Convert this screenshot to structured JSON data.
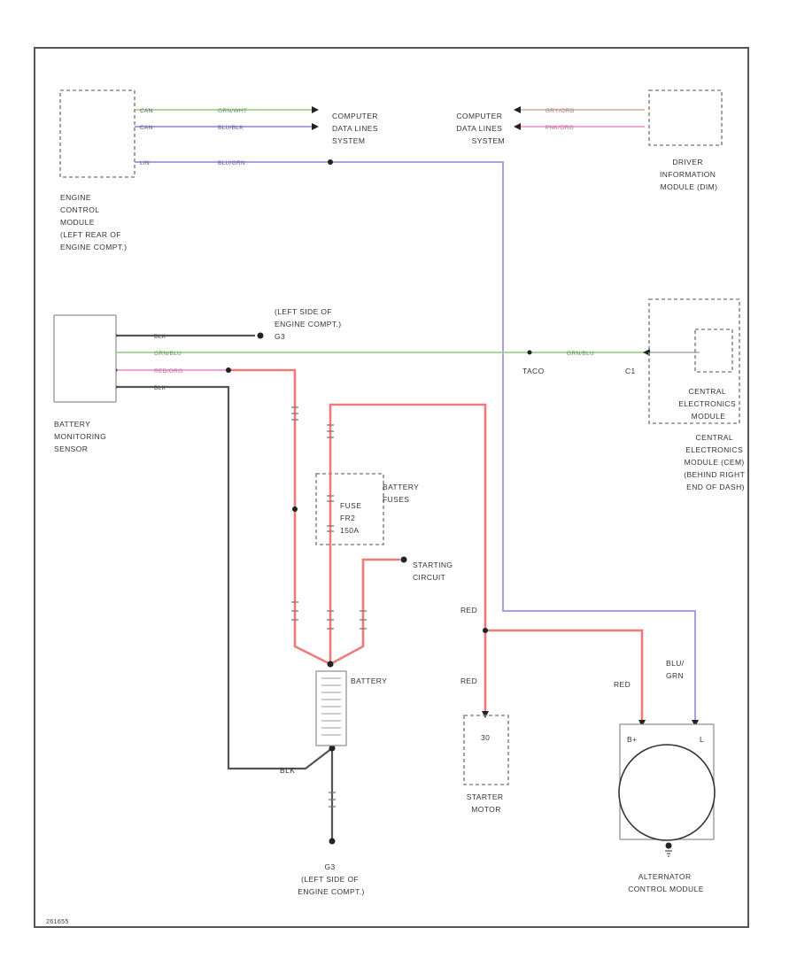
{
  "labels": {
    "ecm": [
      "ENGINE",
      "CONTROL",
      "MODULE",
      "(LEFT REAR OF",
      "ENGINE COMPT.)"
    ],
    "cdls_left": [
      "COMPUTER",
      "DATA LINES",
      "SYSTEM"
    ],
    "cdls_right": [
      "COMPUTER",
      "DATA LINES",
      "SYSTEM"
    ],
    "dim": [
      "DRIVER",
      "INFORMATION",
      "MODULE (DIM)"
    ],
    "ground_engine_top": [
      "(LEFT SIDE OF",
      "ENGINE COMPT.)",
      "G3"
    ],
    "bms": [
      "BATTERY",
      "MONITORING",
      "SENSOR"
    ],
    "taco": "TACO",
    "cem_pin": "C1",
    "cem_inner": [
      "CENTRAL",
      "ELECTRONICS",
      "MODULE"
    ],
    "cem": [
      "CENTRAL",
      "ELECTRONICS",
      "MODULE (CEM)",
      "(BEHIND RIGHT",
      "END OF DASH)"
    ],
    "battery_fuses": [
      "BATTERY",
      "FUSES"
    ],
    "fuse": [
      "FUSE",
      "FR2",
      "150A"
    ],
    "starting_circuit": [
      "STARTING",
      "CIRCUIT"
    ],
    "battery": "BATTERY",
    "starter": [
      "STARTER",
      "MOTOR"
    ],
    "starter_pin": "30",
    "alternator": [
      "ALTERNATOR",
      "CONTROL MODULE"
    ],
    "alt_pin_b": "B+",
    "alt_pin_l": "L",
    "alt_wire_color": [
      "BLU/",
      "GRN"
    ],
    "ground_bottom": [
      "G3",
      "(LEFT SIDE OF",
      "ENGINE COMPT.)"
    ],
    "red_1": "RED",
    "red_2": "RED",
    "red_3": "RED",
    "blk_bottom": "BLK",
    "figure_id": "261655"
  },
  "wire_labels": {
    "ecm_1": "GRN/WHT",
    "ecm_2": "BLU/BLK",
    "ecm_3": "BLU/GRN",
    "ecm_pin_1": "CAN",
    "ecm_pin_2": "CAN",
    "ecm_pin_3": "LIN",
    "dim_1": "GRY/ORG",
    "dim_2": "PNK/ORG",
    "bms_1": "BLK",
    "bms_2": "GRN/BLU",
    "bms_3": "RED/ORG",
    "bms_4": "BLK",
    "cem_wire": "GRN/BLU"
  },
  "colors": {
    "green_wire": "#9fd38f",
    "blue_wire": "#9a96e0",
    "red_wire": "#f07a7a",
    "pink_wire": "#f09ad0",
    "black_wire": "#555555",
    "orange_wire": "#d9b8a6"
  },
  "icons": [
    "connector-arrow-icon",
    "ground-symbol-icon",
    "fuse-icon",
    "battery-icon",
    "alternator-icon"
  ]
}
